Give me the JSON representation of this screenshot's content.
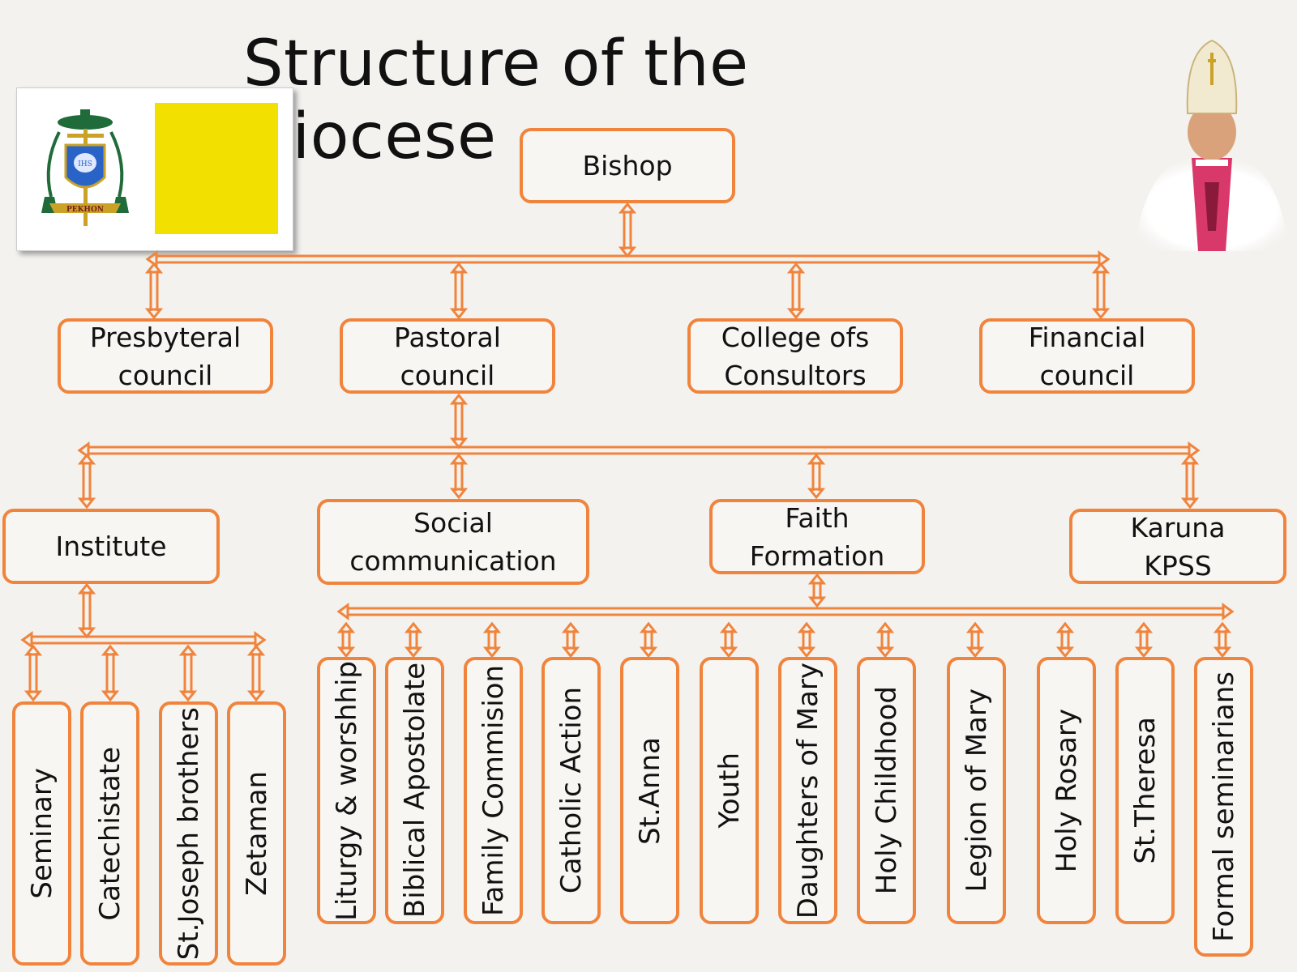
{
  "title": "Structure of the Diocese",
  "colors": {
    "accent": "#f0843c",
    "flag_yellow": "#f2e000"
  },
  "emblem_text": "PEKHON",
  "emblem_shield_text": "IHS",
  "root": {
    "label": "Bishop"
  },
  "councils": [
    {
      "label": "Presbyteral\ncouncil"
    },
    {
      "label": "Pastoral\ncouncil"
    },
    {
      "label": "College ofs\nConsultors"
    },
    {
      "label": "Financial\ncouncil"
    }
  ],
  "commissions": [
    {
      "label": "Institute"
    },
    {
      "label": "Social\ncommunication"
    },
    {
      "label": "Faith\nFormation"
    },
    {
      "label": "Karuna\nKPSS"
    }
  ],
  "institute_children": [
    {
      "label": "Seminary"
    },
    {
      "label": "Catechistate"
    },
    {
      "label": "St.Joseph brothers"
    },
    {
      "label": "Zetaman"
    }
  ],
  "faith_children": [
    {
      "label": "Liturgy & worshhip"
    },
    {
      "label": "Biblical Apostolate"
    },
    {
      "label": "Family Commision"
    },
    {
      "label": "Catholic Action"
    },
    {
      "label": "St.Anna"
    },
    {
      "label": "Youth"
    },
    {
      "label": "Daughters of Mary"
    },
    {
      "label": "Holy Childhood"
    },
    {
      "label": "Legion of Mary"
    },
    {
      "label": "Holy Rosary"
    },
    {
      "label": "St.Theresa"
    },
    {
      "label": "Formal seminarians"
    }
  ]
}
